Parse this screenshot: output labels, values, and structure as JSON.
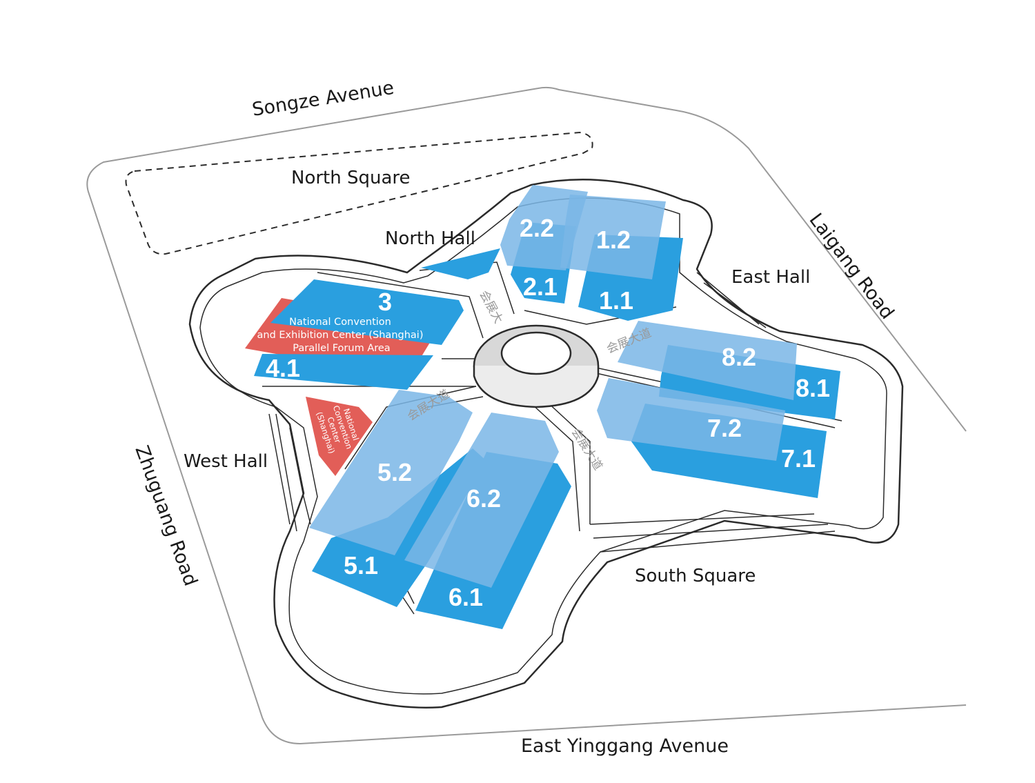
{
  "roads": {
    "north": "Songze Avenue",
    "east": "Laigang Road",
    "west": "Zhuguang Road",
    "south": "East Yinggang Avenue"
  },
  "areas": {
    "north_square": "North Square",
    "north_hall": "North Hall",
    "east_hall": "East Hall",
    "west_hall": "West Hall",
    "south_square": "South Square"
  },
  "halls": {
    "h2_2": "2.2",
    "h1_2": "1.2",
    "h2_1": "2.1",
    "h1_1": "1.1",
    "h3": "3",
    "h4_1": "4.1",
    "h8_2": "8.2",
    "h8_1": "8.1",
    "h7_2": "7.2",
    "h7_1": "7.1",
    "h5_2": "5.2",
    "h5_1": "5.1",
    "h6_2": "6.2",
    "h6_1": "6.1"
  },
  "forum": {
    "line1": "National Convention",
    "line2": "and Exhibition Center (Shanghai)",
    "line3": "Parallel Forum Area"
  },
  "ncec": {
    "line1": "National",
    "line2": "Convention",
    "line3": "Center",
    "line4": "(Shanghai)"
  },
  "avenue": {
    "north": "会展大",
    "east": "会展大道",
    "southwest": "会展大道",
    "southeast": "会展大道"
  },
  "colors": {
    "hall_blue": "#2a9fdf",
    "upper_level": "#7ab6e6",
    "forum_red": "#e0504a",
    "road_line": "#9a9a9a",
    "building_outline": "#2b2b2b",
    "hub_ring": "#d8d8d8"
  }
}
